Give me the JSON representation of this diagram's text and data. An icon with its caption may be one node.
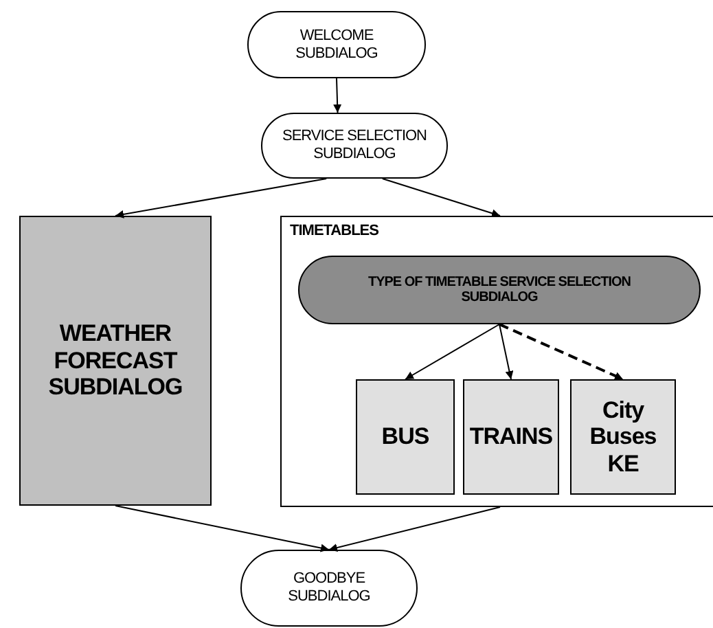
{
  "diagram": {
    "nodes": [
      {
        "text": [
          "WELCOME SUBDIALOG"
        ]
      },
      {
        "text": [
          "SERVICE SELECTION SUBDIALOG"
        ]
      },
      {
        "text": [
          "WEATHER FORECAST SUBDIALOG"
        ]
      },
      {
        "text": [
          "TIMETABLES"
        ]
      },
      {
        "text": [
          "TYPE OF TIMETABLE SERVICE SELECTION SUBDIALOG"
        ],
        "in": 3
      },
      {
        "text": [
          "BUS"
        ],
        "in": 3
      },
      {
        "text": [
          "TRAINS"
        ],
        "in": 3
      },
      {
        "text": [
          "City Buses KE"
        ],
        "in": 3
      },
      {
        "text": [
          "GOODBYE SUBDIALOG"
        ]
      }
    ],
    "edges": [
      {
        "from": 0,
        "to": 1,
        "arrow": "to"
      },
      {
        "from": 1,
        "to": 2,
        "arrow": "to"
      },
      {
        "from": 1,
        "to": 3,
        "arrow": "to"
      },
      {
        "from": 4,
        "to": 5,
        "arrow": "to"
      },
      {
        "from": 4,
        "to": 6,
        "arrow": "to"
      },
      {
        "from": 4,
        "to": 7,
        "arrow": "to",
        "style": "dashed"
      },
      {
        "from": 2,
        "to": 8,
        "arrow": "to"
      },
      {
        "from": 3,
        "to": 8,
        "arrow": "to"
      }
    ]
  }
}
